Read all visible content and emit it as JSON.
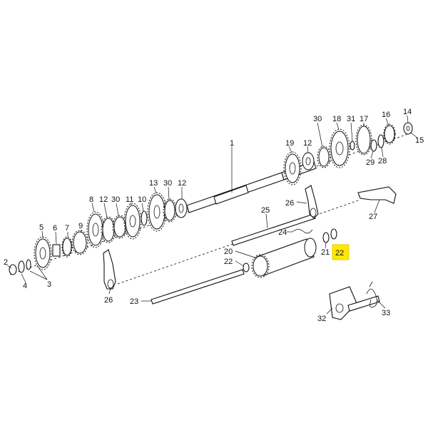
{
  "callouts": {
    "c1": "1",
    "c2": "2",
    "c3": "3",
    "c4": "4",
    "c5": "5",
    "c6": "6",
    "c7": "7",
    "c8": "8",
    "c9": "9",
    "c10": "10",
    "c11": "11",
    "c12a": "12",
    "c12b": "12",
    "c13": "13",
    "c14": "14",
    "c15": "15",
    "c16": "16",
    "c17": "17",
    "c18": "18",
    "c19": "19",
    "c20": "20",
    "c21": "21",
    "c22a": "22",
    "c22b": "22",
    "c23": "23",
    "c24": "24",
    "c25": "25",
    "c26a": "26",
    "c26b": "26",
    "c27": "27",
    "c28": "28",
    "c29": "29",
    "c30a": "30",
    "c30b": "30",
    "c31": "31",
    "c32": "32",
    "c33": "33"
  },
  "highlight": {
    "label": "22",
    "color": "#ffe800"
  }
}
